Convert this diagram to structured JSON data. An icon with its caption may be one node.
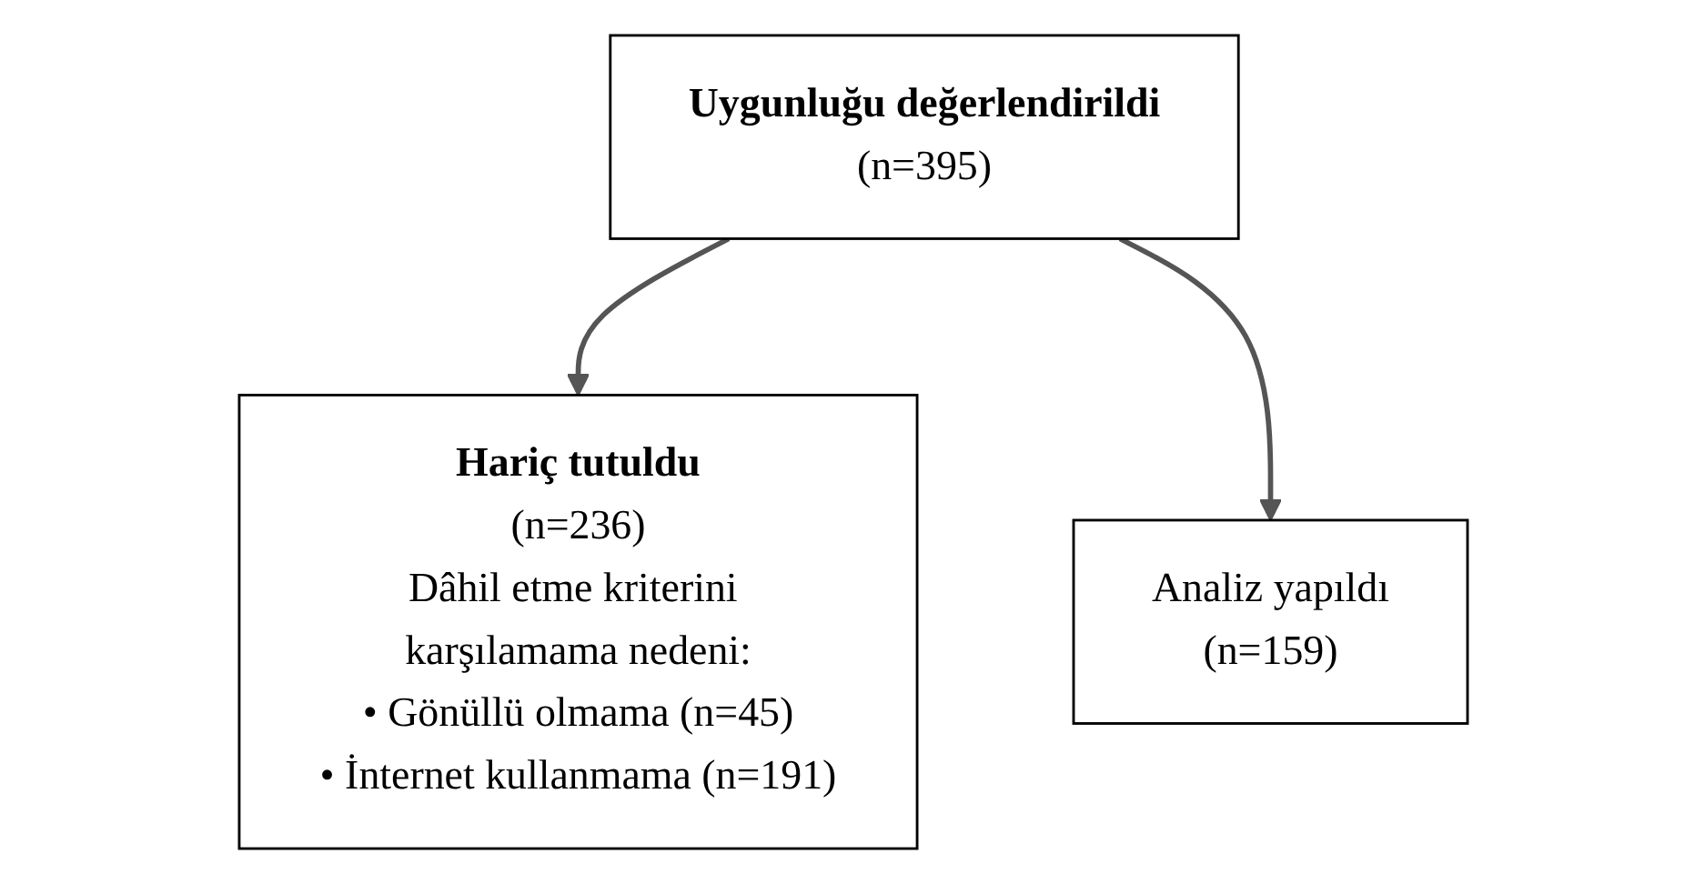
{
  "diagram": {
    "nodes": [
      {
        "text": [
          "Uygunluğu değerlendirildi",
          "(n=395)"
        ]
      },
      {
        "text": [
          "Hariç tutuldu",
          "(n=236)",
          "Dâhil etme kriterini karşılamama nedeni:",
          "• Gönüllü olmama (n=45)",
          "• İnternet kullanmama (n=191)"
        ]
      },
      {
        "text": [
          "Analiz yapıldı",
          "(n=159)"
        ]
      }
    ],
    "edges": [
      {
        "from": 0,
        "to": 1,
        "arrow": "to"
      },
      {
        "from": 0,
        "to": 2,
        "arrow": "to"
      }
    ]
  }
}
